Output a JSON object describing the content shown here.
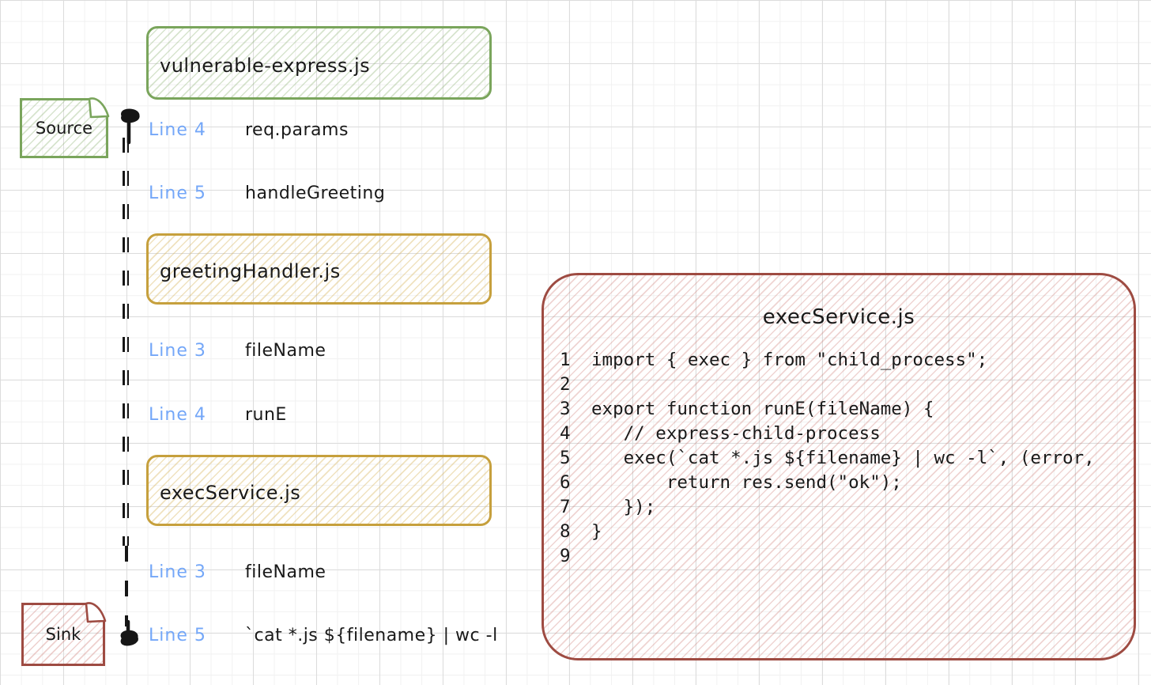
{
  "colors": {
    "green": "#7aa55c",
    "yellow": "#c6a03d",
    "red": "#9e4b42",
    "blue": "#74a7f8",
    "ink": "#191919"
  },
  "file_boxes": [
    {
      "label": "vulnerable-express.js",
      "color": "green"
    },
    {
      "label": "greetingHandler.js",
      "color": "yellow"
    },
    {
      "label": "execService.js",
      "color": "yellow"
    }
  ],
  "source_note": {
    "label": "Source"
  },
  "sink_note": {
    "label": "Sink"
  },
  "trace_steps": [
    {
      "line": "Line 4",
      "value": "req.params"
    },
    {
      "line": "Line 5",
      "value": "handleGreeting"
    },
    {
      "line": "Line 3",
      "value": "fileName"
    },
    {
      "line": "Line 4",
      "value": "runE"
    },
    {
      "line": "Line 3",
      "value": "fileName"
    },
    {
      "line": "Line 5",
      "value": "`cat *.js ${filename} | wc -l"
    }
  ],
  "code_panel": {
    "title": "execService.js",
    "lines": [
      {
        "num": "1",
        "code": "import { exec } from \"child_process\";"
      },
      {
        "num": "2",
        "code": ""
      },
      {
        "num": "3",
        "code": "export function runE(fileName) {"
      },
      {
        "num": "4",
        "code": "   // express-child-process"
      },
      {
        "num": "5",
        "code": "   exec(`cat *.js ${filename} | wc -l`, (error,"
      },
      {
        "num": "6",
        "code": "       return res.send(\"ok\");"
      },
      {
        "num": "7",
        "code": "   });"
      },
      {
        "num": "8",
        "code": "}"
      },
      {
        "num": "9",
        "code": ""
      }
    ]
  }
}
